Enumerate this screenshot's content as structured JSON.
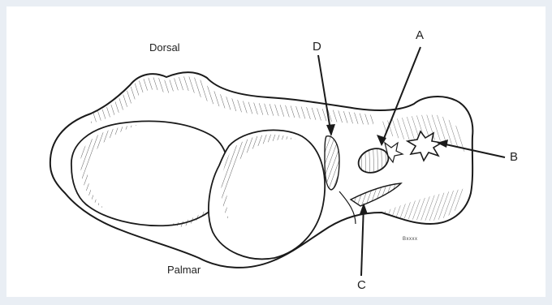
{
  "diagram": {
    "labels": {
      "dorsal": "Dorsal",
      "palmar": "Palmar",
      "a": "A",
      "b": "B",
      "c": "C",
      "d": "D"
    },
    "signature": "Bxxxx"
  },
  "colors": {
    "background": "#e9eef4",
    "panel": "#ffffff",
    "ink": "#1a1a1a"
  }
}
